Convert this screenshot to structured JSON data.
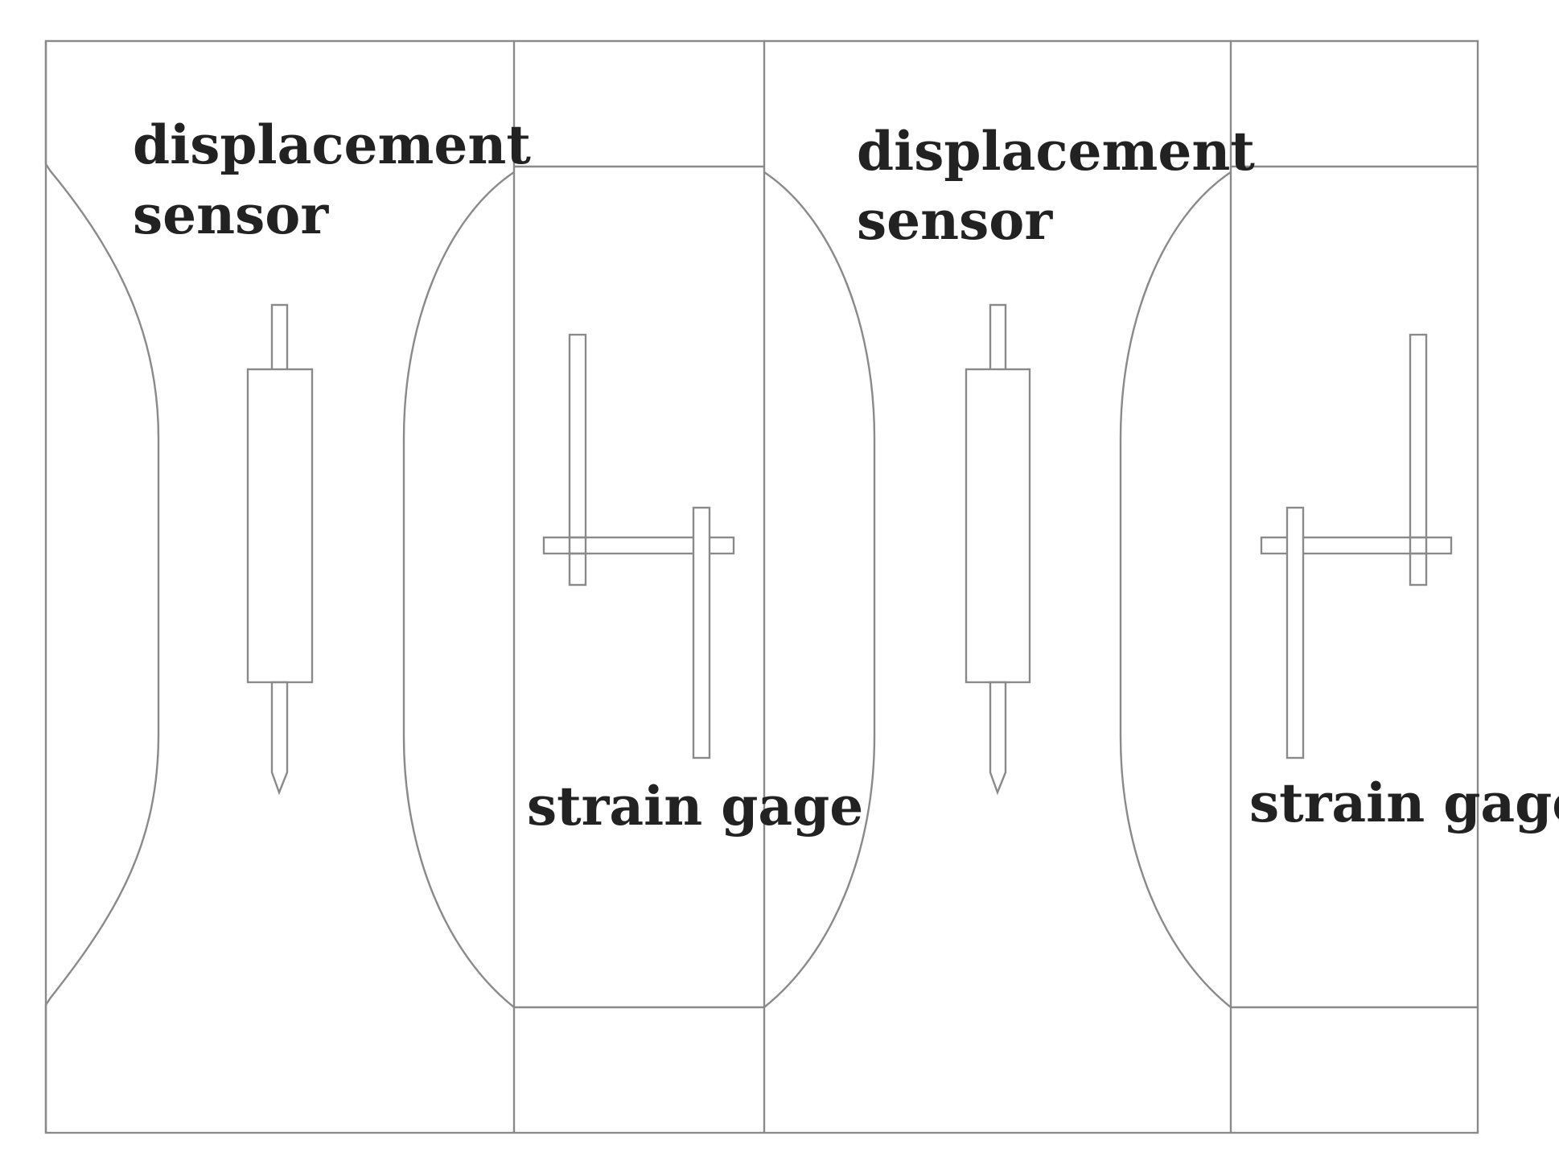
{
  "panels": [
    {
      "displacement_sensor_label_line1": "displacement",
      "displacement_sensor_label_line2": "sensor",
      "strain_gage_label": "strain gage"
    },
    {
      "displacement_sensor_label_line1": "displacement",
      "displacement_sensor_label_line2": "sensor",
      "strain_gage_label": "strain gage"
    }
  ],
  "colors": {
    "line": "#8a8a8a",
    "text": "#222222",
    "background": "#ffffff"
  }
}
